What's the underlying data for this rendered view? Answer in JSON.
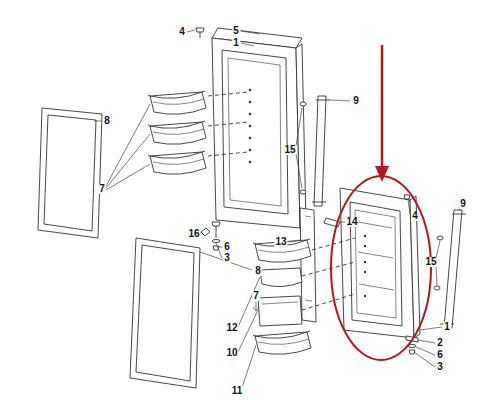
{
  "diagram": {
    "labels": [
      "4",
      "5",
      "1",
      "8",
      "7",
      "9",
      "15",
      "16",
      "6",
      "3",
      "14",
      "13",
      "4",
      "9",
      "15",
      "8",
      "7",
      "12",
      "10",
      "11",
      "1",
      "2",
      "6",
      "3"
    ]
  }
}
